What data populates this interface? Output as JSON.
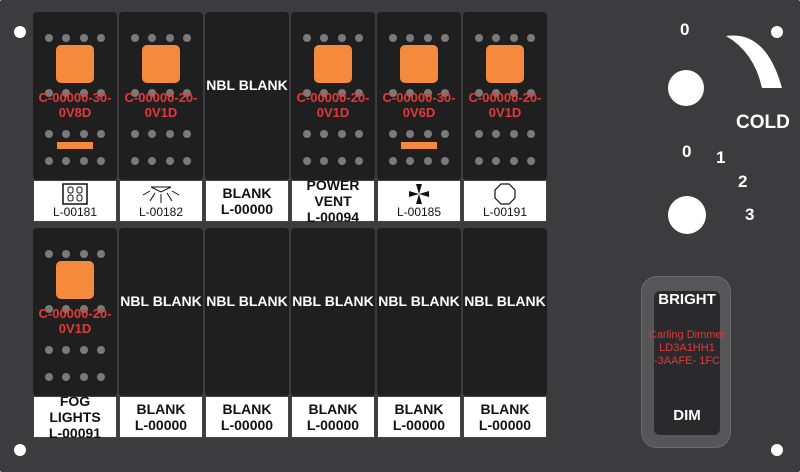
{
  "colors": {
    "panel": "#3c3c3e",
    "switch": "#1f1f1f",
    "lamp": "#f58a3d",
    "code_text": "#e03a3a",
    "label_bg": "#ffffff"
  },
  "top_row": [
    {
      "type": "lit",
      "code": "C-00000-30-0V8D",
      "bar": true,
      "label_icon": "fog-lamp-icon",
      "label_text": "L-00181",
      "label_big": ""
    },
    {
      "type": "lit",
      "code": "C-00000-20-0V1D",
      "bar": false,
      "label_icon": "light-icon",
      "label_text": "L-00182",
      "label_big": ""
    },
    {
      "type": "blank",
      "nbl": "NBL BLANK",
      "label_big": "BLANK",
      "label_text": "L-00000"
    },
    {
      "type": "lit",
      "code": "C-00000-20-0V1D",
      "bar": false,
      "label_big": "POWER VENT",
      "label_text": "L-00094"
    },
    {
      "type": "lit",
      "code": "C-00000-30-0V6D",
      "bar": true,
      "label_icon": "fan-icon",
      "label_text": "L-00185",
      "label_big": ""
    },
    {
      "type": "lit",
      "code": "C-00000-20-0V1D",
      "bar": false,
      "label_icon": "stop-icon",
      "label_text": "L-00191",
      "label_big": ""
    }
  ],
  "bottom_row": [
    {
      "type": "lit",
      "code": "C-00000-20-0V1D",
      "bar": false,
      "label_big": "FOG LIGHTS",
      "label_text": "L-00091"
    },
    {
      "type": "blank",
      "nbl": "NBL BLANK",
      "label_big": "BLANK",
      "label_text": "L-00000"
    },
    {
      "type": "blank",
      "nbl": "NBL BLANK",
      "label_big": "BLANK",
      "label_text": "L-00000"
    },
    {
      "type": "blank",
      "nbl": "NBL BLANK",
      "label_big": "BLANK",
      "label_text": "L-00000"
    },
    {
      "type": "blank",
      "nbl": "NBL BLANK",
      "label_big": "BLANK",
      "label_text": "L-00000"
    },
    {
      "type": "blank",
      "nbl": "NBL BLANK",
      "label_big": "BLANK",
      "label_text": "L-00000"
    }
  ],
  "temp_knob": {
    "zero": "0",
    "cold": "COLD"
  },
  "fan_knob": {
    "n0": "0",
    "n1": "1",
    "n2": "2",
    "n3": "3"
  },
  "dimmer": {
    "bright": "BRIGHT",
    "dim": "DIM",
    "description": "Carling Dimmer LD3A1HH1 -3AAFE- 1FC"
  }
}
